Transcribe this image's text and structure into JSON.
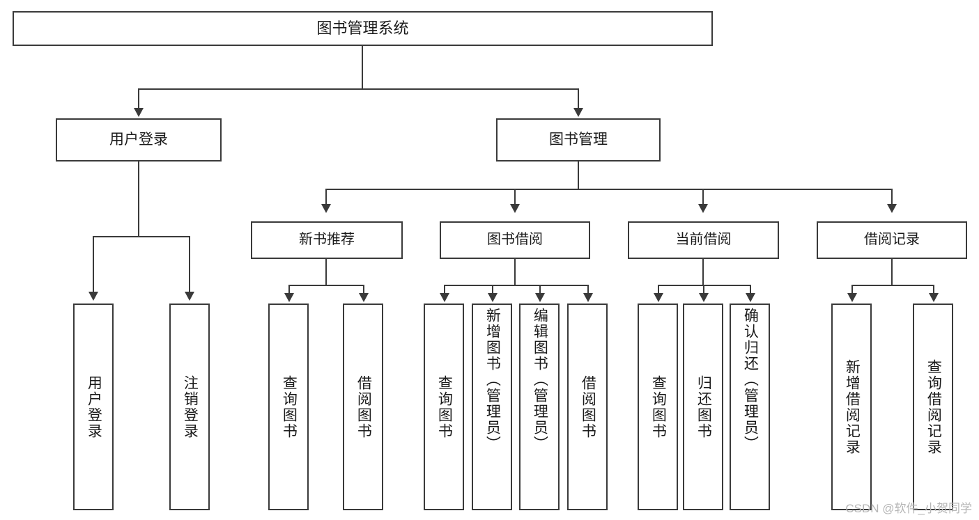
{
  "diagram": {
    "title": "图书管理系统",
    "type": "tree",
    "watermark": "CSDN @软件_小贺同学",
    "accent_color": "#3a3a3a",
    "background_color": "#ffffff",
    "root": {
      "label": "图书管理系统"
    },
    "level2": [
      {
        "label": "用户登录"
      },
      {
        "label": "图书管理"
      }
    ],
    "level3": [
      {
        "label": "新书推荐"
      },
      {
        "label": "图书借阅"
      },
      {
        "label": "当前借阅"
      },
      {
        "label": "借阅记录"
      }
    ],
    "leaves": {
      "user_login": [
        {
          "label": "用户登录"
        },
        {
          "label": "注销登录"
        }
      ],
      "new_book_recommend": [
        {
          "label": "查询图书"
        },
        {
          "label": "借阅图书"
        }
      ],
      "book_borrow": [
        {
          "label": "查询图书"
        },
        {
          "label": "新增图书（管理员）"
        },
        {
          "label": "编辑图书（管理员）"
        },
        {
          "label": "借阅图书"
        }
      ],
      "current_borrow": [
        {
          "label": "查询图书"
        },
        {
          "label": "归还图书"
        },
        {
          "label": "确认归还（管理员）"
        }
      ],
      "borrow_record": [
        {
          "label": "新增借阅记录"
        },
        {
          "label": "查询借阅记录"
        }
      ]
    }
  }
}
